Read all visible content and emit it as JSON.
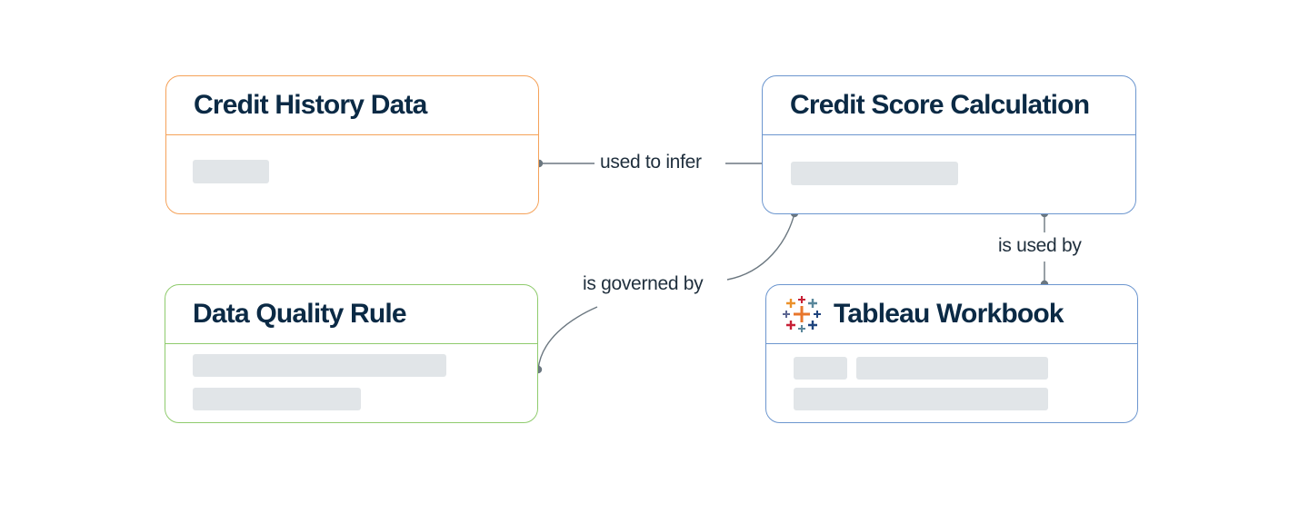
{
  "nodes": {
    "credit_history": {
      "title": "Credit History Data"
    },
    "credit_score": {
      "title": "Credit Score Calculation"
    },
    "dq_rule": {
      "title": "Data Quality Rule"
    },
    "workbook": {
      "title": "Tableau Workbook",
      "icon": "tableau-logo-icon"
    }
  },
  "edges": {
    "used_to_infer": "used to infer",
    "is_governed_by": "is governed by",
    "is_used_by": "is used by"
  },
  "colors": {
    "orange_border": "#f5a259",
    "blue_border": "#6c96cf",
    "green_border": "#8fcb6d",
    "title_text": "#0b2a45",
    "placeholder": "#e1e5e8",
    "connector": "#6b7780"
  }
}
